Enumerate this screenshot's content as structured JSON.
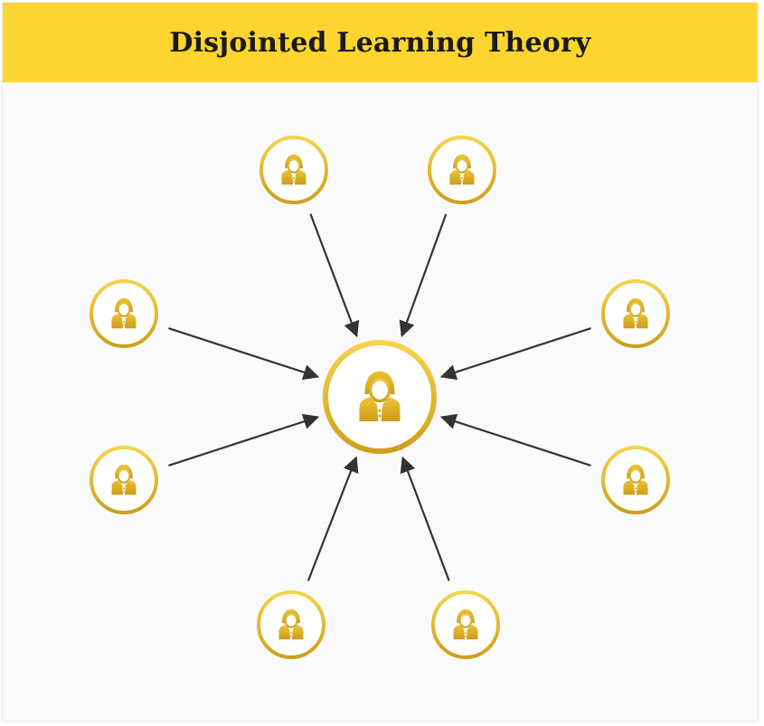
{
  "title": "Disjointed Learning Theory",
  "colors": {
    "title_bar": "#fdd52f",
    "node_gold": "#e0b52a",
    "node_gold_light": "#f2d24a",
    "node_gold_dark": "#c99a1a",
    "arrow": "#333333",
    "background": "#fafafa"
  },
  "diagram": {
    "center_node": {
      "icon": "person-icon"
    },
    "outer_nodes": [
      {
        "icon": "person-icon",
        "position": "top-left"
      },
      {
        "icon": "person-icon",
        "position": "top-right"
      },
      {
        "icon": "person-icon",
        "position": "upper-left"
      },
      {
        "icon": "person-icon",
        "position": "upper-right"
      },
      {
        "icon": "person-icon",
        "position": "lower-left"
      },
      {
        "icon": "person-icon",
        "position": "lower-right"
      },
      {
        "icon": "person-icon",
        "position": "bottom-left"
      },
      {
        "icon": "person-icon",
        "position": "bottom-right"
      }
    ],
    "edges_direction": "outer-to-center"
  }
}
